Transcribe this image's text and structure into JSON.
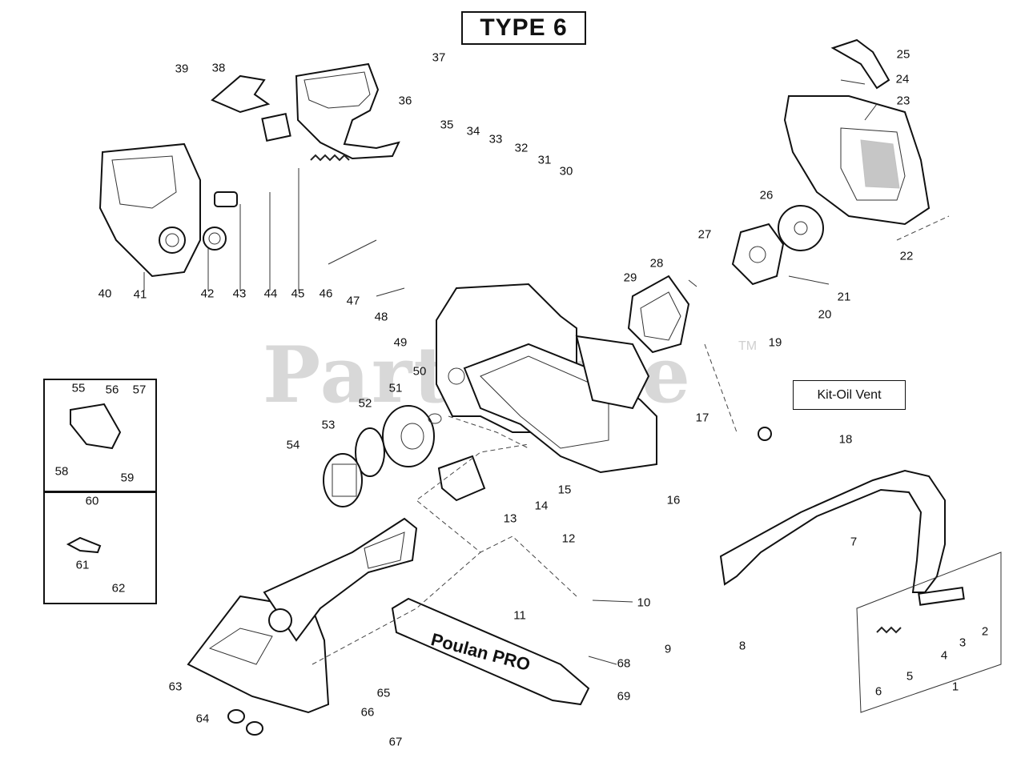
{
  "diagram_title": "TYPE 6",
  "kit_label": "Kit-Oil Vent",
  "watermark": "PartsTree",
  "watermark_tm": "TM",
  "bar_brand": "Poulan PRO",
  "callouts": [
    "1",
    "2",
    "3",
    "4",
    "5",
    "6",
    "7",
    "8",
    "9",
    "10",
    "11",
    "12",
    "13",
    "14",
    "15",
    "16",
    "17",
    "18",
    "19",
    "20",
    "21",
    "22",
    "23",
    "24",
    "25",
    "26",
    "27",
    "28",
    "29",
    "30",
    "31",
    "32",
    "33",
    "34",
    "35",
    "36",
    "37",
    "38",
    "39",
    "40",
    "41",
    "42",
    "43",
    "44",
    "45",
    "46",
    "47",
    "48",
    "49",
    "50",
    "51",
    "52",
    "53",
    "54",
    "55",
    "56",
    "57",
    "58",
    "59",
    "60",
    "61",
    "62",
    "63",
    "64",
    "65",
    "66",
    "67",
    "68",
    "69"
  ]
}
